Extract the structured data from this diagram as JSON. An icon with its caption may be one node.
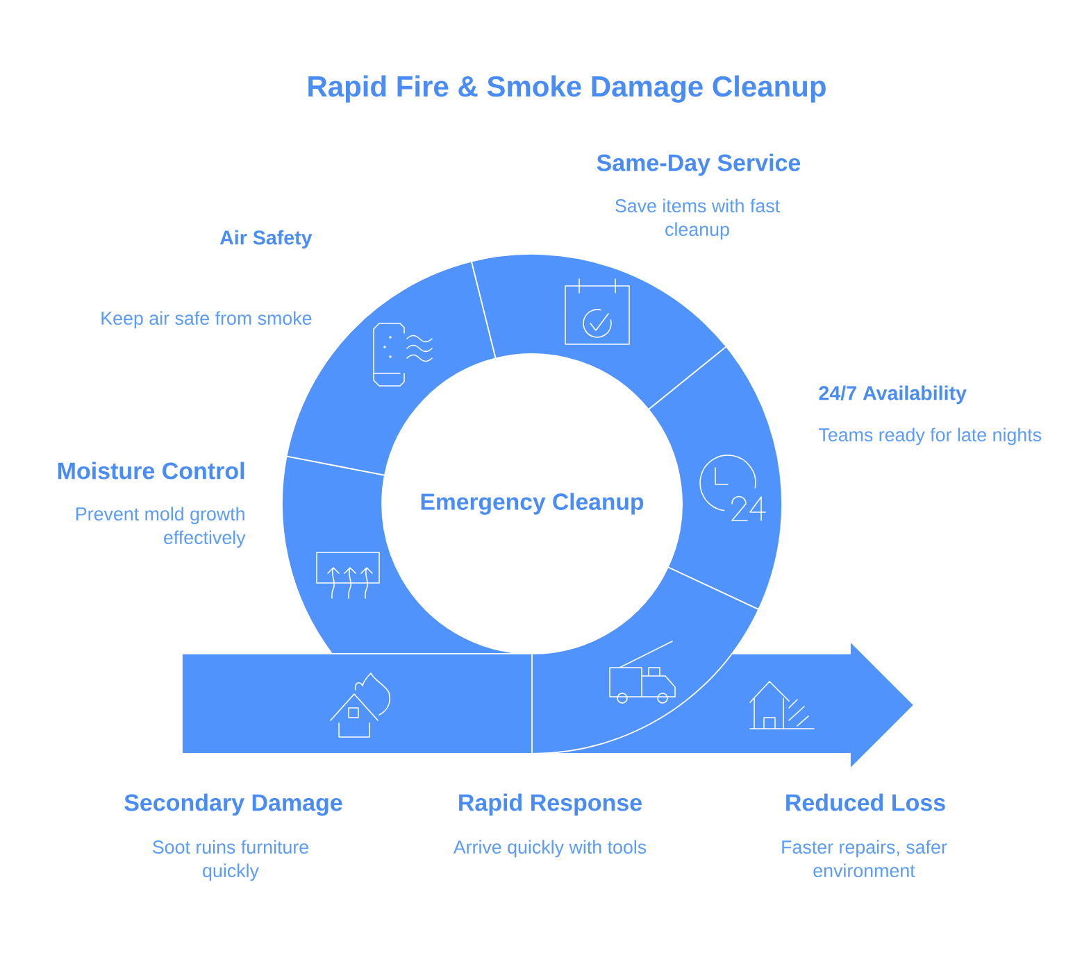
{
  "diagram": {
    "title": "Rapid Fire & Smoke Damage Cleanup",
    "nodes": [
      {
        "text": [
          "Same-Day Service",
          "Save items with fast cleanup"
        ]
      },
      {
        "text": [
          "Air Safety",
          "Keep air safe from smoke"
        ]
      },
      {
        "text": [
          "24/7 Availability",
          "Teams ready for late nights"
        ]
      },
      {
        "text": [
          "Moisture Control",
          "Prevent mold growth effectively"
        ]
      },
      {
        "text": [
          "Emergency Cleanup"
        ]
      },
      {
        "text": [
          "Secondary Damage",
          "Soot ruins furniture quickly"
        ]
      },
      {
        "text": [
          "Rapid Response",
          "Arrive quickly with tools"
        ]
      },
      {
        "text": [
          "Reduced Loss",
          "Faster repairs, safer environment"
        ]
      }
    ]
  }
}
